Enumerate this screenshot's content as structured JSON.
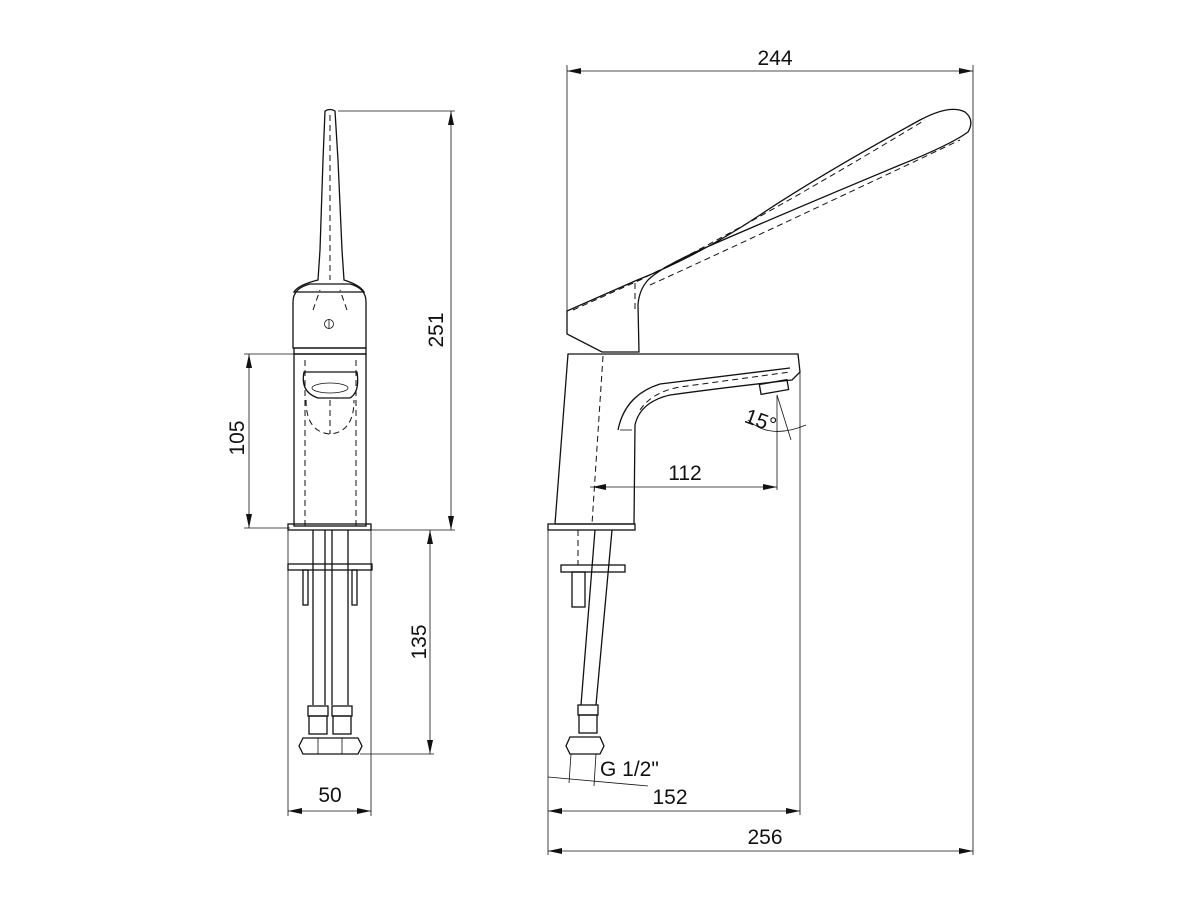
{
  "drawing": {
    "title": "Tap technical drawing - front and side views",
    "line_color": "#111111",
    "background": "#ffffff"
  },
  "front_view": {
    "dimensions": {
      "overall_height": "251",
      "body_height": "105",
      "tail_length": "135",
      "width": "50"
    }
  },
  "side_view": {
    "dimensions": {
      "lever_length": "244",
      "spout_reach": "112",
      "spout_angle": "15°",
      "thread": "G 1/2\"",
      "body_to_outlet": "152",
      "overall_length": "256"
    }
  }
}
